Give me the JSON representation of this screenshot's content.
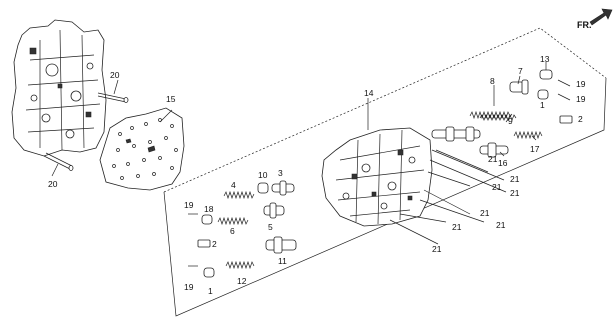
{
  "orientation": {
    "label": "FR."
  },
  "callouts": {
    "c1_top": "1",
    "c1_bottom": "1",
    "c2_top": "2",
    "c2_bottom": "2",
    "c3": "3",
    "c4": "4",
    "c5": "5",
    "c6": "6",
    "c7": "7",
    "c8": "8",
    "c9": "9",
    "c10": "10",
    "c11": "11",
    "c12": "12",
    "c13": "13",
    "c14": "14",
    "c15": "15",
    "c16": "16",
    "c17": "17",
    "c18": "18",
    "c19_topright": "19",
    "c19_right": "19",
    "c19_left_top": "19",
    "c19_left_bottom": "19",
    "c20_top": "20",
    "c20_bottom": "20",
    "c21_a": "21",
    "c21_b": "21",
    "c21_c": "21",
    "c21_d": "21",
    "c21_e": "21",
    "c21_f": "21",
    "c21_g": "21",
    "c21_h": "21"
  }
}
